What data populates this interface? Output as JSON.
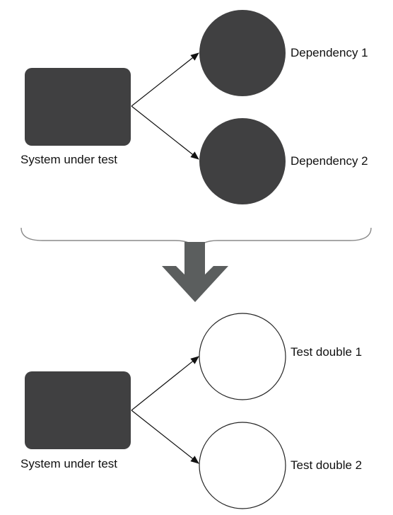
{
  "colors": {
    "box_fill": "#404041",
    "dependency_fill": "#404041",
    "double_fill": "#ffffff",
    "outline": "#222222",
    "big_arrow": "#5b5e5e",
    "brace": "#8a8a8a",
    "text": "#111111"
  },
  "top": {
    "system_label": "System under test",
    "dependency_1": "Dependency 1",
    "dependency_2": "Dependency 2"
  },
  "transition": {
    "brace_icon": "curly-brace",
    "arrow_icon": "thick-down-arrow"
  },
  "bottom": {
    "system_label": "System under test",
    "double_1": "Test double 1",
    "double_2": "Test double 2"
  }
}
